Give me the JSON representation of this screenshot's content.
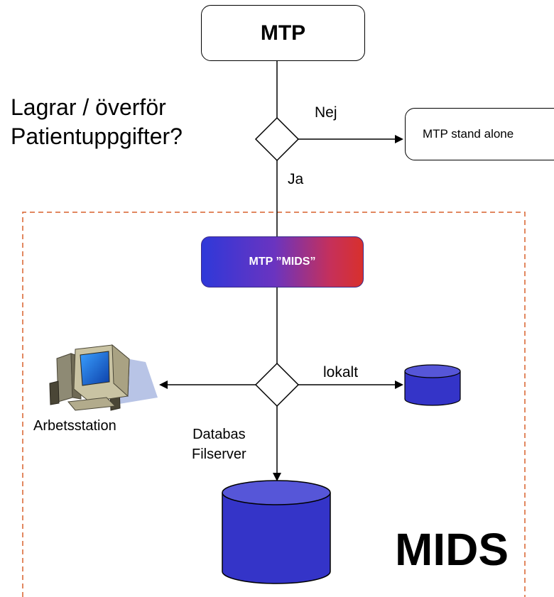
{
  "top_box": {
    "label": "MTP"
  },
  "question": {
    "line1": "Lagrar / överför",
    "line2": "Patientuppgifter?"
  },
  "branch_no": {
    "label": "Nej"
  },
  "branch_yes": {
    "label": "Ja"
  },
  "standalone_box": {
    "label": "MTP stand alone"
  },
  "mids_box": {
    "label": "MTP ”MIDS”"
  },
  "local_branch": {
    "label": "lokalt"
  },
  "workstation": {
    "label": "Arbetsstation",
    "icon": "computer-workstation-icon"
  },
  "database": {
    "line1": "Databas",
    "line2": "Filserver",
    "icon": "database-cylinder-icon"
  },
  "mids_region": {
    "title": "MIDS",
    "border_color": "#d9602b"
  },
  "colors": {
    "cylinder_fill": "#3434c8",
    "cylinder_top": "#5656d8",
    "mids_gradient_start": "#2f38d9",
    "mids_gradient_end": "#d8302c"
  }
}
